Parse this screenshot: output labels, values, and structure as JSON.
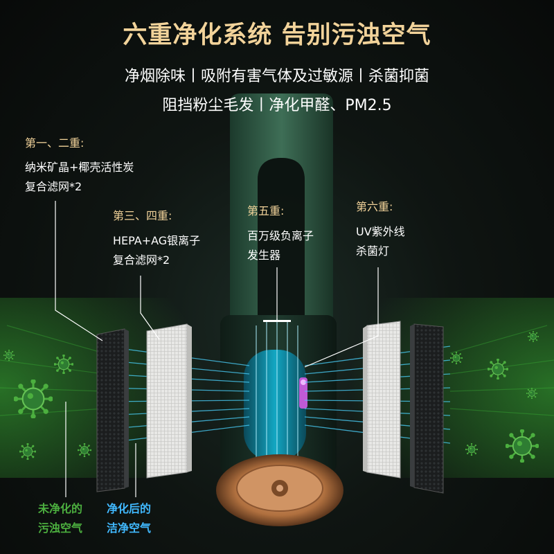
{
  "headline": {
    "title": "六重净化系统 告别污浊空气",
    "line1": "净烟除味丨吸附有害气体及过敏源丨杀菌抑菌",
    "line2": "阻挡粉尘毛发丨净化甲醛、PM2.5"
  },
  "callouts": {
    "stage12": {
      "heading": "第一、二重:",
      "line1": "纳米矿晶+椰壳活性炭",
      "line2": "复合滤网*2"
    },
    "stage34": {
      "heading": "第三、四重:",
      "line1": "HEPA+AG银离子",
      "line2": "复合滤网*2"
    },
    "stage5": {
      "heading": "第五重:",
      "line1": "百万级负离子",
      "line2": "发生器"
    },
    "stage6": {
      "heading": "第六重:",
      "line1": "UV紫外线",
      "line2": "杀菌灯"
    }
  },
  "legend": {
    "dirty_line1": "未净化的",
    "dirty_line2": "污浊空气",
    "clean_line1": "净化后的",
    "clean_line2": "洁净空气"
  },
  "colors": {
    "title_gold": "#f2d39a",
    "dirty_green": "#4caf3f",
    "clean_blue": "#41b9ff",
    "device_green": "#2f5a45",
    "copper": "#c98a5a"
  }
}
